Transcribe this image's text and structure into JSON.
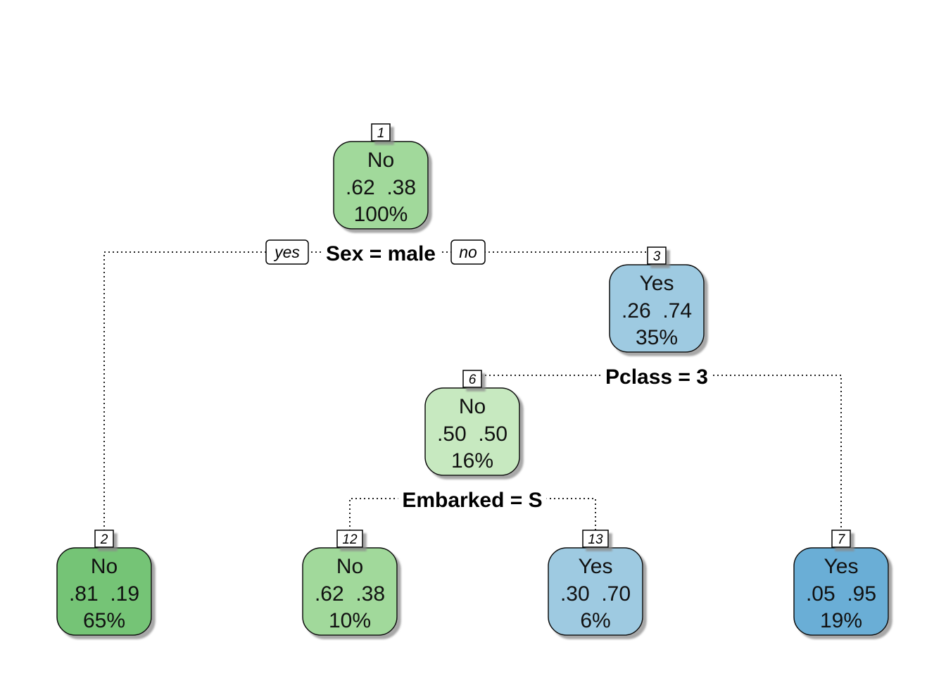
{
  "tree": {
    "branch_labels": {
      "yes": "yes",
      "no": "no"
    },
    "nodes": [
      {
        "id": "1",
        "klass": "No",
        "probs": ".62  .38",
        "pct": "100%",
        "color": "#a1d99b"
      },
      {
        "id": "2",
        "klass": "No",
        "probs": ".81  .19",
        "pct": "65%",
        "color": "#74c476"
      },
      {
        "id": "3",
        "klass": "Yes",
        "probs": ".26  .74",
        "pct": "35%",
        "color": "#9ecae1"
      },
      {
        "id": "6",
        "klass": "No",
        "probs": ".50  .50",
        "pct": "16%",
        "color": "#c7e9c0"
      },
      {
        "id": "7",
        "klass": "Yes",
        "probs": ".05  .95",
        "pct": "19%",
        "color": "#6baed6"
      },
      {
        "id": "12",
        "klass": "No",
        "probs": ".62  .38",
        "pct": "10%",
        "color": "#a1d99b"
      },
      {
        "id": "13",
        "klass": "Yes",
        "probs": ".30  .70",
        "pct": "6%",
        "color": "#9ecae1"
      }
    ],
    "splits": [
      {
        "node": "1",
        "label": "Sex = male"
      },
      {
        "node": "3",
        "label": "Pclass = 3"
      },
      {
        "node": "6",
        "label": "Embarked = S"
      }
    ]
  }
}
